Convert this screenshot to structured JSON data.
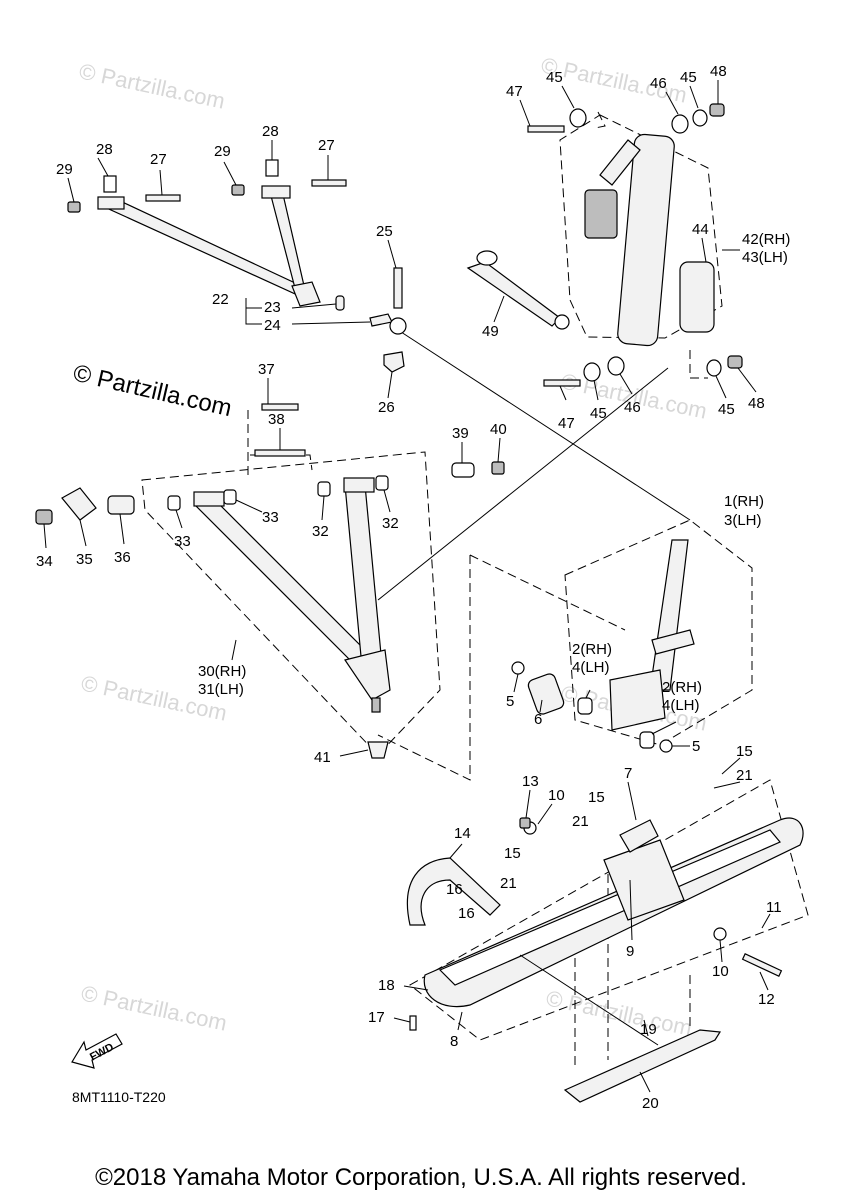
{
  "watermarks": [
    "© Partzilla.com",
    "© Partzilla.com",
    "© Partzilla.com",
    "© Partzilla.com",
    "© Partzilla.com",
    "© Partzilla.com",
    "© Partzilla.com"
  ],
  "watermark_main": "© Partzilla.com",
  "diagram_code": "8MT1110-T220",
  "fwd_label": "FWD",
  "copyright": "©2018 Yamaha Motor Corporation, U.S.A. All rights reserved.",
  "callouts": [
    "47",
    "45",
    "46",
    "45",
    "48",
    "42(RH)",
    "43(LH)",
    "44",
    "25",
    "49",
    "28",
    "27",
    "29",
    "28",
    "27",
    "29",
    "22",
    "23",
    "24",
    "26",
    "47",
    "45",
    "46",
    "45",
    "48",
    "37",
    "38",
    "39",
    "40",
    "1(RH)",
    "3(LH)",
    "34",
    "35",
    "36",
    "33",
    "33",
    "32",
    "32",
    "30(RH)",
    "31(LH)",
    "2(RH)",
    "4(LH)",
    "2(RH)",
    "4(LH)",
    "5",
    "6",
    "5",
    "41",
    "15",
    "21",
    "7",
    "13",
    "10",
    "15",
    "21",
    "14",
    "15",
    "21",
    "16",
    "16",
    "9",
    "11",
    "10",
    "12",
    "18",
    "17",
    "19",
    "8",
    "20"
  ]
}
